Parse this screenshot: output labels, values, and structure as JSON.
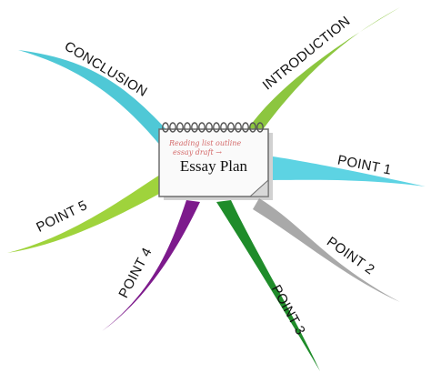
{
  "diagram": {
    "center": {
      "title": "Essay Plan",
      "scribble_line_1": "Reading list    outline",
      "scribble_line_2": "essay    draft    →"
    },
    "branches": [
      {
        "id": "introduction",
        "label": "INTRODUCTION",
        "color": "#8cc63f"
      },
      {
        "id": "conclusion",
        "label": "CONCLUSION",
        "color": "#4fc8d6"
      },
      {
        "id": "point-1",
        "label": "POINT 1",
        "color": "#5dd3e3"
      },
      {
        "id": "point-2",
        "label": "POINT 2",
        "color": "#a9a9a9"
      },
      {
        "id": "point-3",
        "label": "POINT 3",
        "color": "#1f8c2a"
      },
      {
        "id": "point-4",
        "label": "POINT 4",
        "color": "#7d1a8c"
      },
      {
        "id": "point-5",
        "label": "POINT 5",
        "color": "#9fd33c"
      }
    ]
  }
}
